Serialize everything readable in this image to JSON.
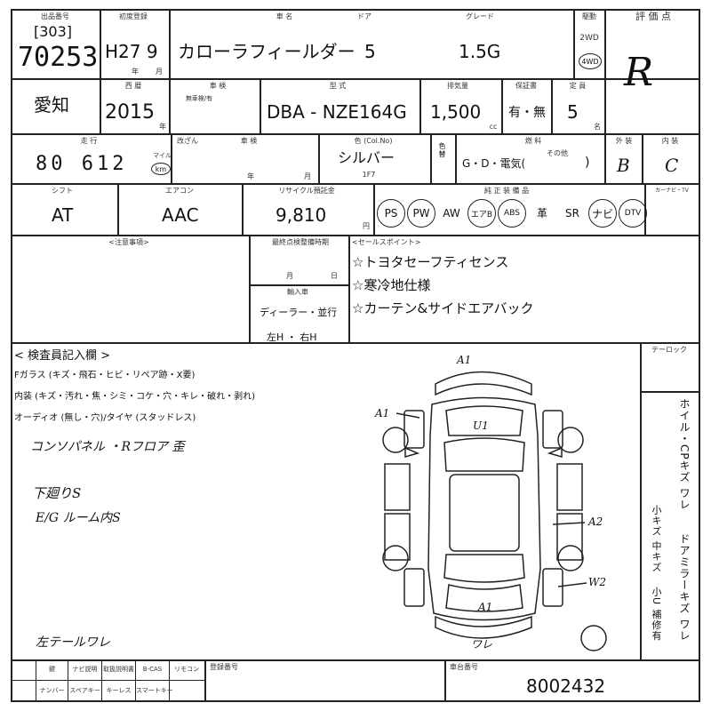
{
  "header": {
    "lot_label": "出品番号",
    "lot_prefix": "[303]",
    "lot_number": "70253",
    "first_reg_label": "初度登録",
    "first_reg": "H27 9",
    "era_sub": "年",
    "month_sub": "月",
    "car_name_label": "車 名",
    "car_name": "カローラフィールダー",
    "doors_label": "ドア",
    "doors": "5",
    "grade_label": "グレード",
    "grade": "1.5G",
    "drive_label": "駆動",
    "drive_2wd": "2WD",
    "drive_4wd": "4WD",
    "score_label": "評 価 点",
    "score": "R"
  },
  "row2": {
    "region": "愛知",
    "year_label": "西 暦",
    "year": "2015",
    "year_sub": "年",
    "inspection_label": "車 検",
    "inspection_sub": "無車検/有",
    "model_label": "型 式",
    "model": "DBA - NZE164G",
    "displacement_label": "排気量",
    "displacement": "1,500",
    "displacement_unit": "cc",
    "warranty_label": "保証書",
    "warranty": "有・無",
    "capacity_label": "定 員",
    "capacity": "5",
    "capacity_unit": "名"
  },
  "row3": {
    "mileage_label": "走 行",
    "mileage": "80 612",
    "mileage_unit": "km",
    "mileage_mile": "マイル",
    "reading_label": "改ざん",
    "shaken_label": "車 検",
    "shaken_year": "年",
    "shaken_month": "月",
    "color_label": "色 (Col.No)",
    "color": "シルバー",
    "color_code": "1F7",
    "repaint_label": "色替",
    "fuel_label": "燃 料",
    "fuel_options": "G・D・電気(",
    "fuel_other": "その他",
    "fuel_close": ")",
    "exterior_label": "外 装",
    "exterior": "B",
    "interior_label": "内 装",
    "interior": "C"
  },
  "row4": {
    "shift_label": "シフト",
    "shift": "AT",
    "aircon_label": "エアコン",
    "aircon": "AAC",
    "recycle_label": "リサイクル預託金",
    "recycle": "9,810",
    "recycle_unit": "円",
    "equipment_label": "純 正 装 備 品",
    "carnavi_label": "カーナビ・TV",
    "equipment": [
      {
        "label": "PS",
        "circled": true
      },
      {
        "label": "PW",
        "circled": true
      },
      {
        "label": "AW",
        "circled": false
      },
      {
        "label": "エアB",
        "circled": true
      },
      {
        "label": "ABS",
        "circled": true
      },
      {
        "label": "革",
        "circled": false
      },
      {
        "label": "SR",
        "circled": false
      },
      {
        "label": "ナビ",
        "circled": true
      },
      {
        "label": "DTV",
        "circled": true
      }
    ]
  },
  "row5": {
    "notes_label": "<注意事項>",
    "last_inspection_label": "最終点検整備時期",
    "last_inspection_month": "月",
    "last_inspection_day": "日",
    "import_label": "輸入車",
    "import_value": "ディーラー・並行",
    "steering": "左H ・ 右H",
    "sales_points_label": "<セールスポイント>",
    "sales_points": [
      "☆トヨタセーフティセンス",
      "☆寒冷地仕様",
      "☆カーテン&サイドエアバック"
    ]
  },
  "inspector": {
    "title": "< 検査員記入欄 >",
    "fglass_line": "Fガラス (キズ・飛石・ヒビ・リペア跡・X要)",
    "interior_line": "内装 (キズ・汚れ・焦・シミ・コケ・穴・キレ・破れ・剥れ)",
    "audio_line": "オーディオ (無し・穴)/タイヤ (スタッドレス)",
    "notes": [
      "コンソパネル ・Rフロア 歪",
      "下廻りS",
      "E/G ルーム内S",
      "左テールワレ"
    ],
    "side_label": "テーロック",
    "side_vertical_1": "ホイル・CPキズ ワレ",
    "side_vertical_2": "小キズ 中キズ",
    "side_vertical_3": "ドアミラーキズ ワレ",
    "side_vertical_4": "小U 補修有",
    "diagram_marks": [
      "A1",
      "A1",
      "U1",
      "A2",
      "W2",
      "A1",
      "ワレ"
    ]
  },
  "footer": {
    "cells": [
      "鍵",
      "ナビ説明",
      "取扱説明書",
      "B-CAS",
      "リモコン",
      "ナンバー",
      "スペアキー",
      "キーレス",
      "スマートキー"
    ],
    "reg_label": "登録番号",
    "chassis_label": "車台番号",
    "chassis": "8002432"
  }
}
